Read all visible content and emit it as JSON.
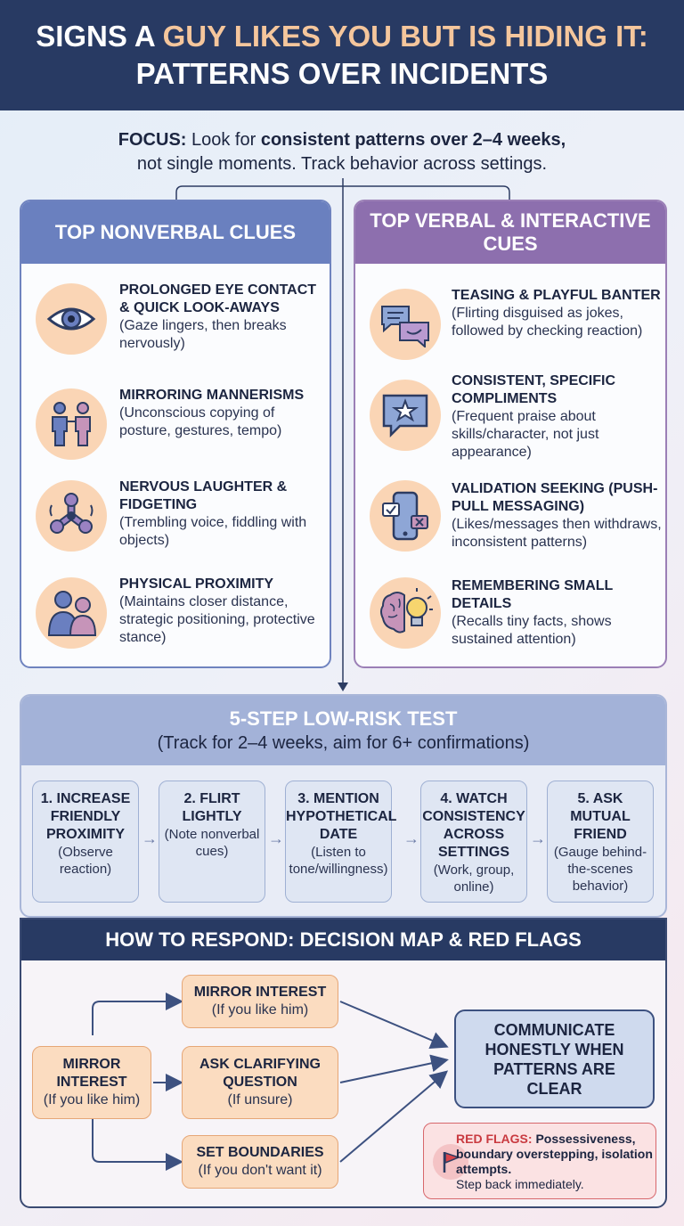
{
  "header": {
    "line1_pre": "SIGNS A ",
    "line1_accent": "GUY LIKES YOU BUT IS HIDING IT:",
    "line2": "PATTERNS OVER INCIDENTS"
  },
  "focus": {
    "label": "FOCUS:",
    "text1": " Look for ",
    "bold": "consistent patterns over 2–4 weeks,",
    "text2": "not single moments. Track behavior across settings."
  },
  "nonverbal": {
    "title": "TOP NONVERBAL CLUES",
    "items": [
      {
        "title": "PROLONGED EYE CONTACT & QUICK LOOK-AWAYS",
        "desc": "(Gaze lingers, then breaks nervously)",
        "icon": "eye-icon"
      },
      {
        "title": "MIRRORING MANNERISMS",
        "desc": "(Unconscious copying of posture, gestures, tempo)",
        "icon": "people-mirror-icon"
      },
      {
        "title": "NERVOUS LAUGHTER & FIDGETING",
        "desc": "(Trembling voice, fiddling with objects)",
        "icon": "fidget-spinner-icon"
      },
      {
        "title": "PHYSICAL PROXIMITY",
        "desc": "(Maintains closer distance, strategic positioning, protective stance)",
        "icon": "couple-icon"
      }
    ]
  },
  "verbal": {
    "title": "TOP VERBAL & INTERACTIVE CUES",
    "items": [
      {
        "title": "TEASING & PLAYFUL BANTER",
        "desc": "(Flirting disguised as jokes, followed by checking reaction)",
        "icon": "chat-bubbles-icon"
      },
      {
        "title": "CONSISTENT, SPECIFIC COMPLIMENTS",
        "desc": "(Frequent praise about skills/character, not just appearance)",
        "icon": "star-bubble-icon"
      },
      {
        "title": "VALIDATION SEEKING (PUSH-PULL MESSAGING)",
        "desc": "(Likes/messages then withdraws, inconsistent patterns)",
        "icon": "phone-icon"
      },
      {
        "title": "REMEMBERING SMALL DETAILS",
        "desc": "(Recalls tiny facts, shows sustained attention)",
        "icon": "brain-bulb-icon"
      }
    ]
  },
  "test": {
    "title": "5-STEP LOW-RISK TEST",
    "subtitle": "(Track for 2–4 weeks, aim for 6+ confirmations)",
    "steps": [
      {
        "title": "1. INCREASE FRIENDLY PROXIMITY",
        "desc": "(Observe reaction)"
      },
      {
        "title": "2. FLIRT LIGHTLY",
        "desc": "(Note nonverbal cues)"
      },
      {
        "title": "3. MENTION HYPOTHETICAL DATE",
        "desc": "(Listen to tone/willingness)"
      },
      {
        "title": "4. WATCH CONSISTENCY ACROSS SETTINGS",
        "desc": "(Work, group, online)"
      },
      {
        "title": "5. ASK MUTUAL FRIEND",
        "desc": "(Gauge behind-the-scenes behavior)"
      }
    ]
  },
  "respond": {
    "title": "HOW TO RESPOND: DECISION MAP & RED FLAGS",
    "start": {
      "title": "MIRROR INTEREST",
      "sub": "(If you like him)"
    },
    "options": [
      {
        "title": "MIRROR INTEREST",
        "sub": "(If you like him)"
      },
      {
        "title": "ASK CLARIFYING QUESTION",
        "sub": "(If unsure)"
      },
      {
        "title": "SET BOUNDARIES",
        "sub": "(If you don't want it)"
      }
    ],
    "outcome": "COMMUNICATE HONESTLY WHEN PATTERNS ARE CLEAR",
    "red_flags": {
      "label": "RED FLAGS:",
      "bold": " Possessiveness, boundary overstepping, isolation attempts.",
      "text": "Step back immediately."
    }
  },
  "colors": {
    "navy": "#283a63",
    "accent_peach": "#f5c69c",
    "nonverbal_blue": "#6a80bf",
    "verbal_purple": "#8d6fae",
    "red_flag": "#c93a40"
  }
}
